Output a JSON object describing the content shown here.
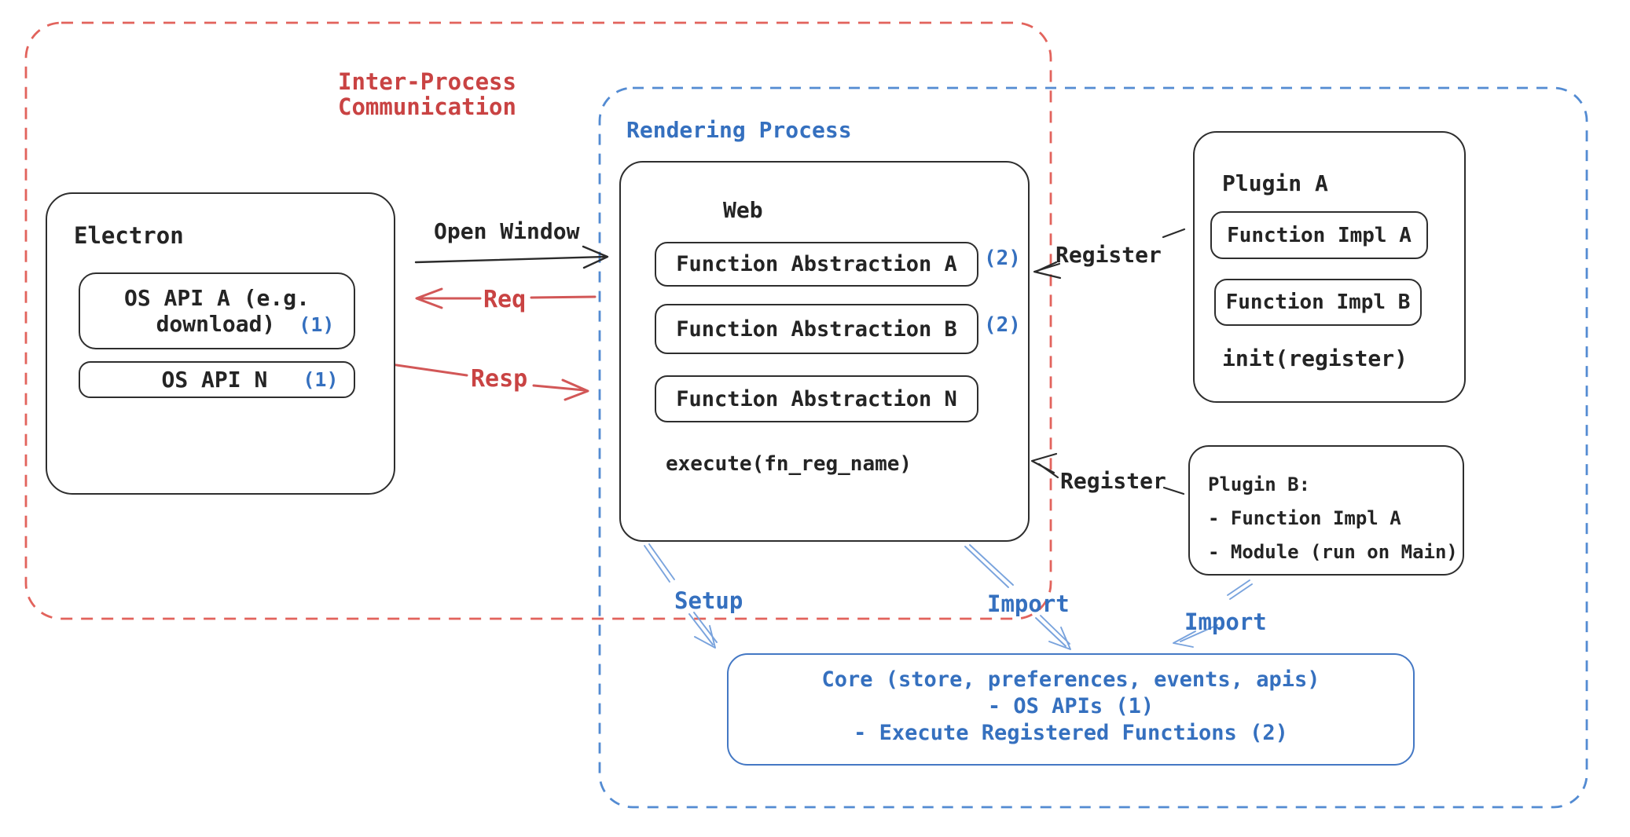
{
  "diagram": {
    "ipc_box": {
      "title_line1": "Inter-Process",
      "title_line2": "Communication"
    },
    "rendering_box": {
      "title": "Rendering Process"
    },
    "electron": {
      "title": "Electron",
      "os_api_a": {
        "line1": "OS API A (e.g.",
        "line2": "download)",
        "badge": "(1)"
      },
      "os_api_n": {
        "label": "OS API N",
        "badge": "(1)"
      }
    },
    "web": {
      "title": "Web",
      "abstractions": [
        {
          "label": "Function Abstraction A",
          "badge": "(2)"
        },
        {
          "label": "Function Abstraction B",
          "badge": "(2)"
        },
        {
          "label": "Function Abstraction N",
          "badge": ""
        }
      ],
      "execute": "execute(fn_reg_name)"
    },
    "plugin_a": {
      "title": "Plugin A",
      "impl_a": "Function Impl A",
      "impl_b": "Function Impl B",
      "init": "init(register)"
    },
    "plugin_b": {
      "title": "Plugin B:",
      "line1": "- Function Impl A",
      "line2": "- Module (run on Main)"
    },
    "core": {
      "line1": "Core (store, preferences, events, apis)",
      "line2": "- OS APIs (1)",
      "line3": "- Execute Registered Functions (2)"
    },
    "labels": {
      "open_window": "Open Window",
      "req": "Req",
      "resp": "Resp",
      "register_a": "Register",
      "register_b": "Register",
      "setup": "Setup",
      "import_web": "Import",
      "import_plugin": "Import"
    },
    "colors": {
      "red_text": "#c94343",
      "red_dash": "#e2635c",
      "red_arrow": "#d25757",
      "blue_text": "#3570bf",
      "blue_dash": "#538bd2",
      "blue_arrow": "#79a3dd",
      "core_border": "#4478c4",
      "ink": "#2e2e2e"
    }
  }
}
